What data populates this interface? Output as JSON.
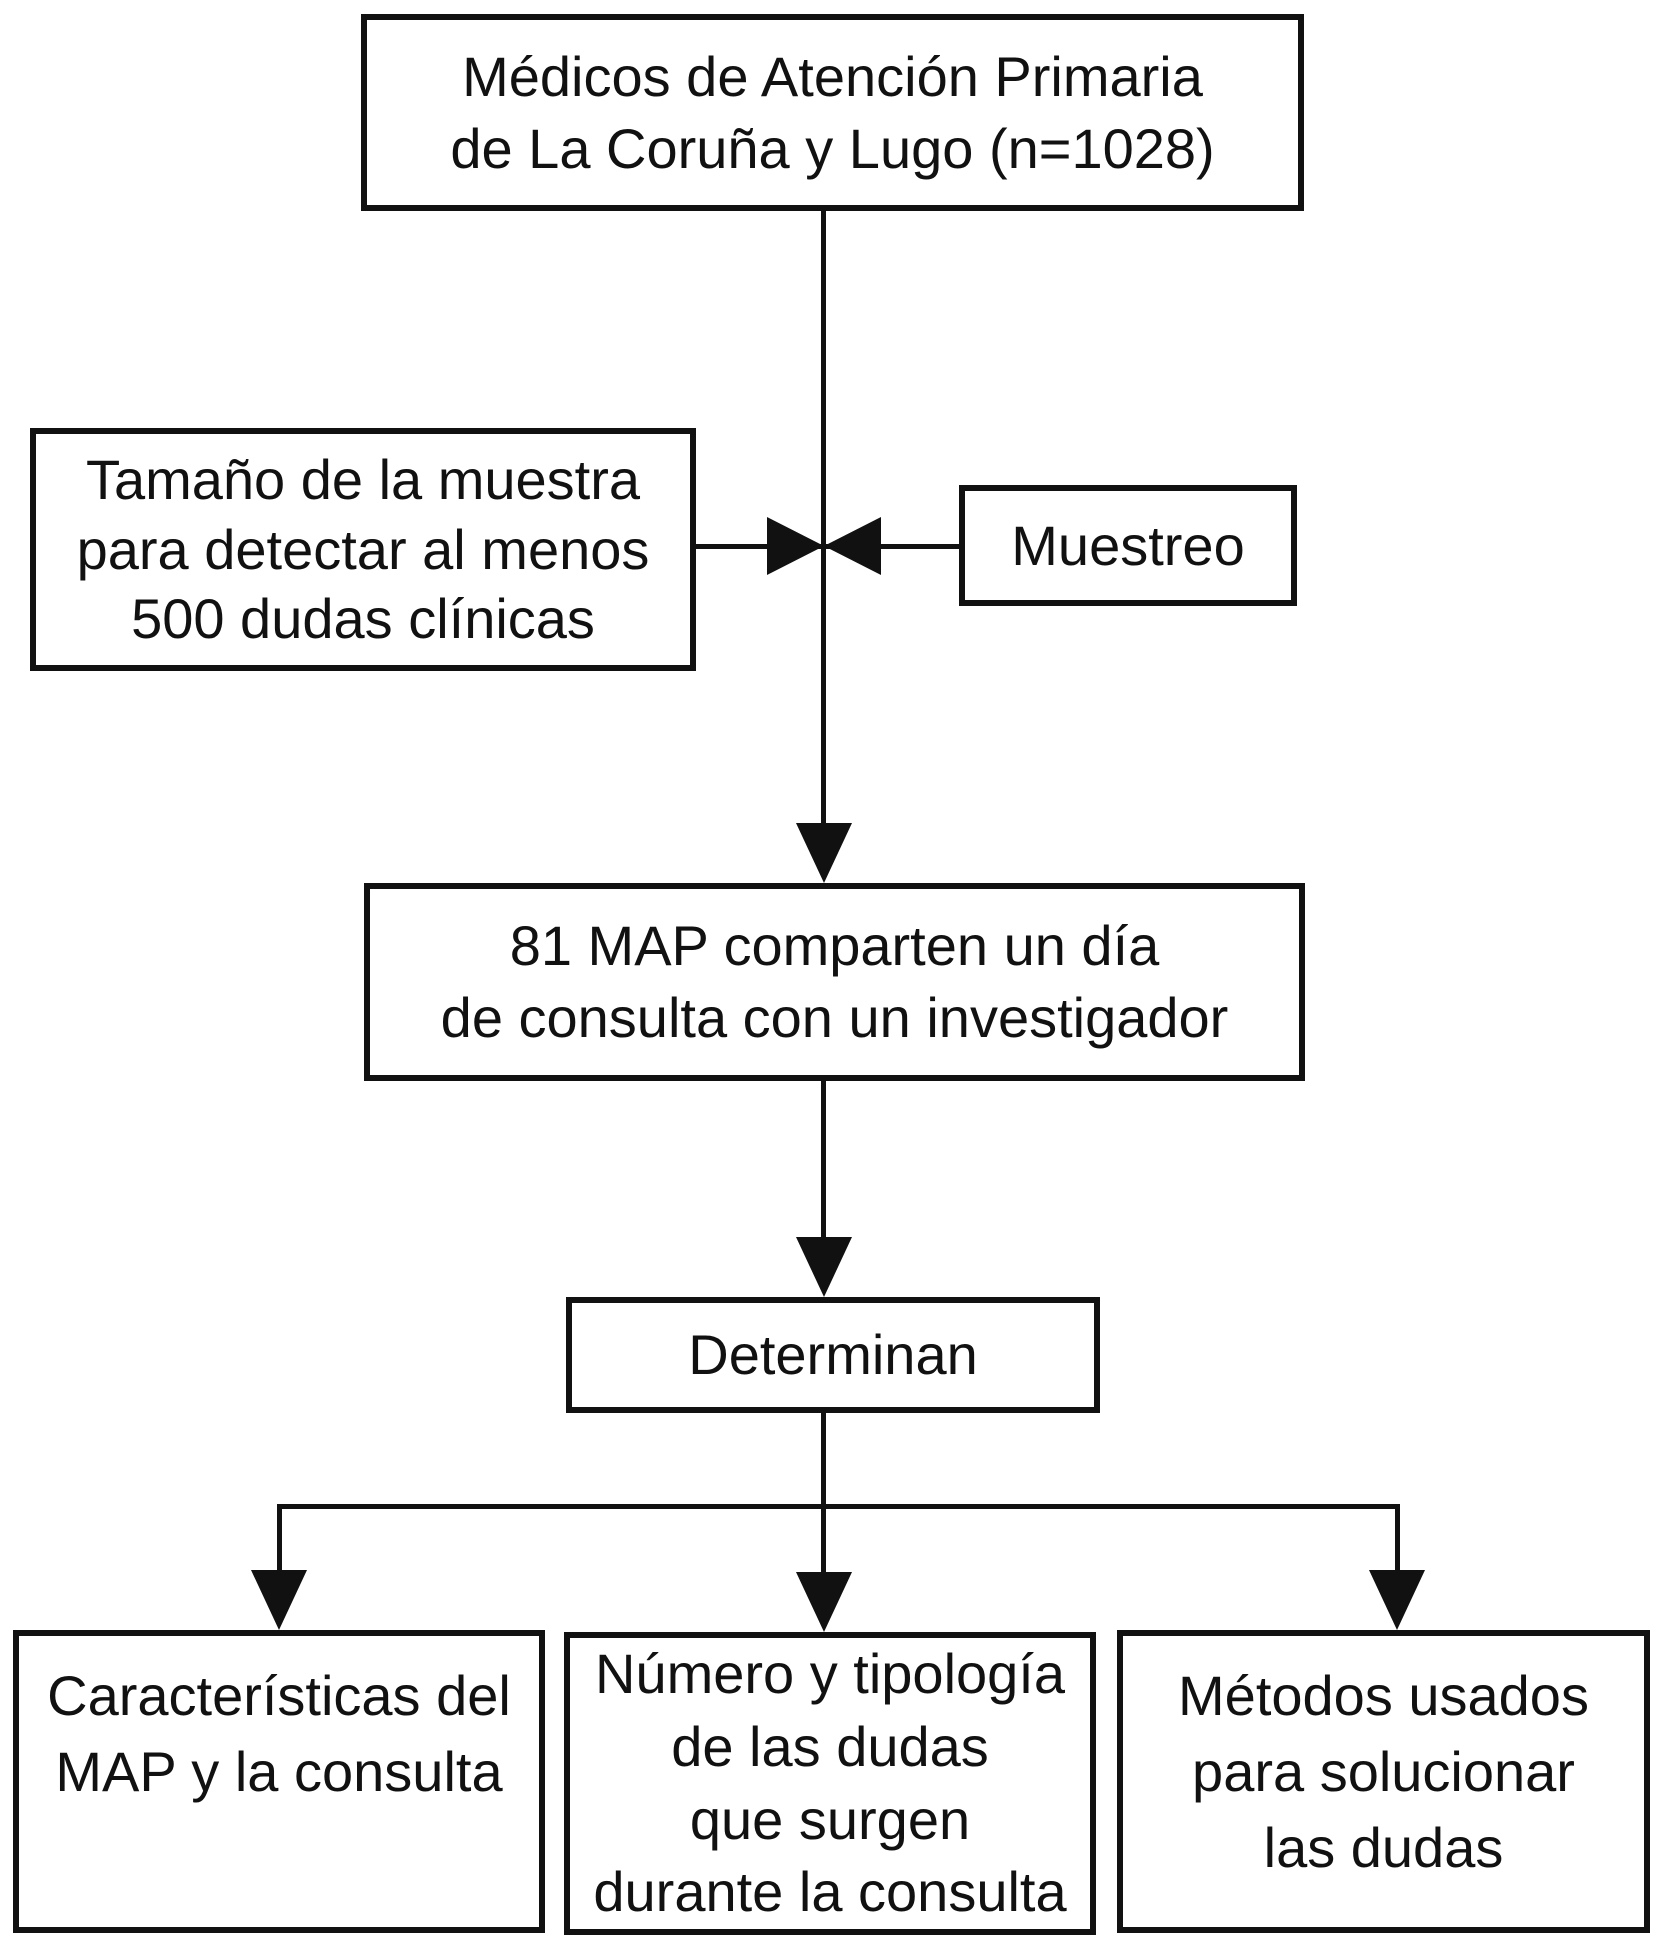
{
  "figure_type": "flowchart",
  "colors": {
    "ink": "#111111",
    "background": "#ffffff",
    "box_fill": "#ffffff"
  },
  "nodes": {
    "medicos": {
      "lines": [
        "Médicos de Atención Primaria",
        "de La Coruña y Lugo (n=1028)"
      ]
    },
    "tamano": {
      "lines": [
        "Tamaño de la muestra",
        "para detectar al menos",
        "500 dudas clínicas"
      ]
    },
    "muestreo": {
      "lines": [
        "Muestreo"
      ]
    },
    "map": {
      "lines": [
        "81 MAP comparten un día",
        "de consulta con un investigador"
      ]
    },
    "determinan": {
      "lines": [
        "Determinan"
      ]
    },
    "outcome1": {
      "lines": [
        "Características del",
        "MAP y la consulta"
      ]
    },
    "outcome2": {
      "lines": [
        "Número y tipología",
        "de las dudas",
        "que surgen",
        "durante la consulta"
      ]
    },
    "outcome3": {
      "lines": [
        "Métodos usados",
        "para solucionar",
        "las dudas"
      ]
    }
  }
}
